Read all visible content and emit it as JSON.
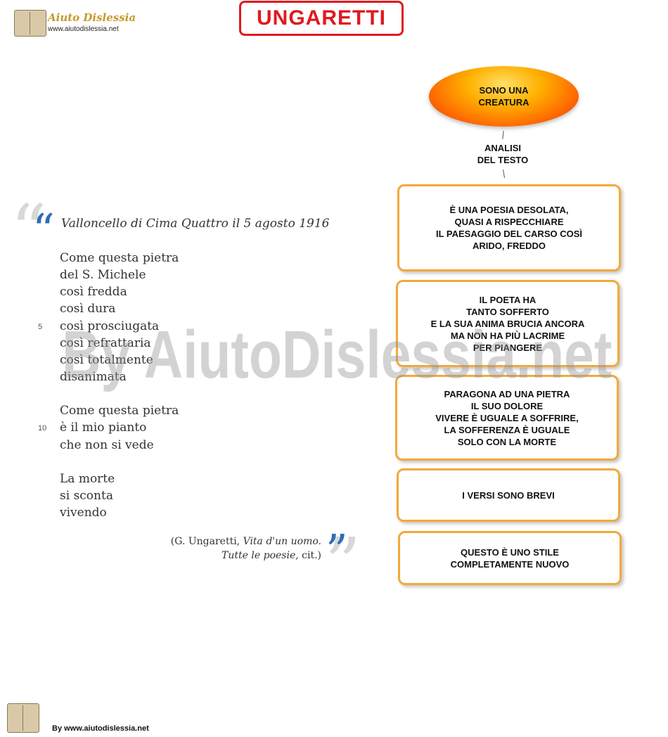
{
  "header": {
    "logo_name": "Aiuto Dislessia",
    "logo_url": "www.aiutodislessia.net",
    "title": "UNGARETTI"
  },
  "diagram": {
    "root": [
      "SONO UNA",
      "CREATURA"
    ],
    "link": [
      "ANALISI",
      "DEL TESTO"
    ],
    "boxes": [
      [
        "È UNA POESIA DESOLATA,",
        "QUASI A RISPECCHIARE",
        "IL PAESAGGIO DEL CARSO COSÌ",
        "ARIDO, FREDDO"
      ],
      [
        "IL POETA HA",
        "TANTO SOFFERTO",
        "E LA SUA ANIMA BRUCIA ANCORA",
        "MA NON HA PIÙ LACRIME",
        "PER PIANGERE"
      ],
      [
        "PARAGONA AD UNA PIETRA",
        "IL SUO DOLORE",
        "VIVERE È UGUALE A SOFFRIRE,",
        "LA SOFFERENZA È UGUALE",
        "SOLO CON LA MORTE"
      ],
      [
        "I VERSI SONO BREVI"
      ],
      [
        "QUESTO È UNO STILE",
        "COMPLETAMENTE NUOVO"
      ]
    ]
  },
  "poem": {
    "subtitle": "Valloncello di Cima Quattro il 5 agosto 1916",
    "lines": [
      "Come questa pietra",
      "del S. Michele",
      "così fredda",
      "così dura",
      "così prosciugata",
      "così refrattaria",
      "così totalmente",
      "disanimata",
      "Come questa pietra",
      "è il mio pianto",
      "che non si vede",
      "La morte",
      "si sconta",
      "vivendo"
    ],
    "line_numbers": [
      "5",
      "10"
    ],
    "citation": {
      "author": "(G. Ungaretti, ",
      "work1": "Vita d'un uomo.",
      "work2": "Tutte le poesie",
      "suffix": ", cit.)"
    }
  },
  "watermark": "By AiutoDislessia.net",
  "footer": {
    "url": "By www.aiutodislessia.net"
  },
  "colors": {
    "title_red": "#e0191f",
    "box_border": "#f2a93b",
    "quote_blue": "#2f6cb3"
  }
}
